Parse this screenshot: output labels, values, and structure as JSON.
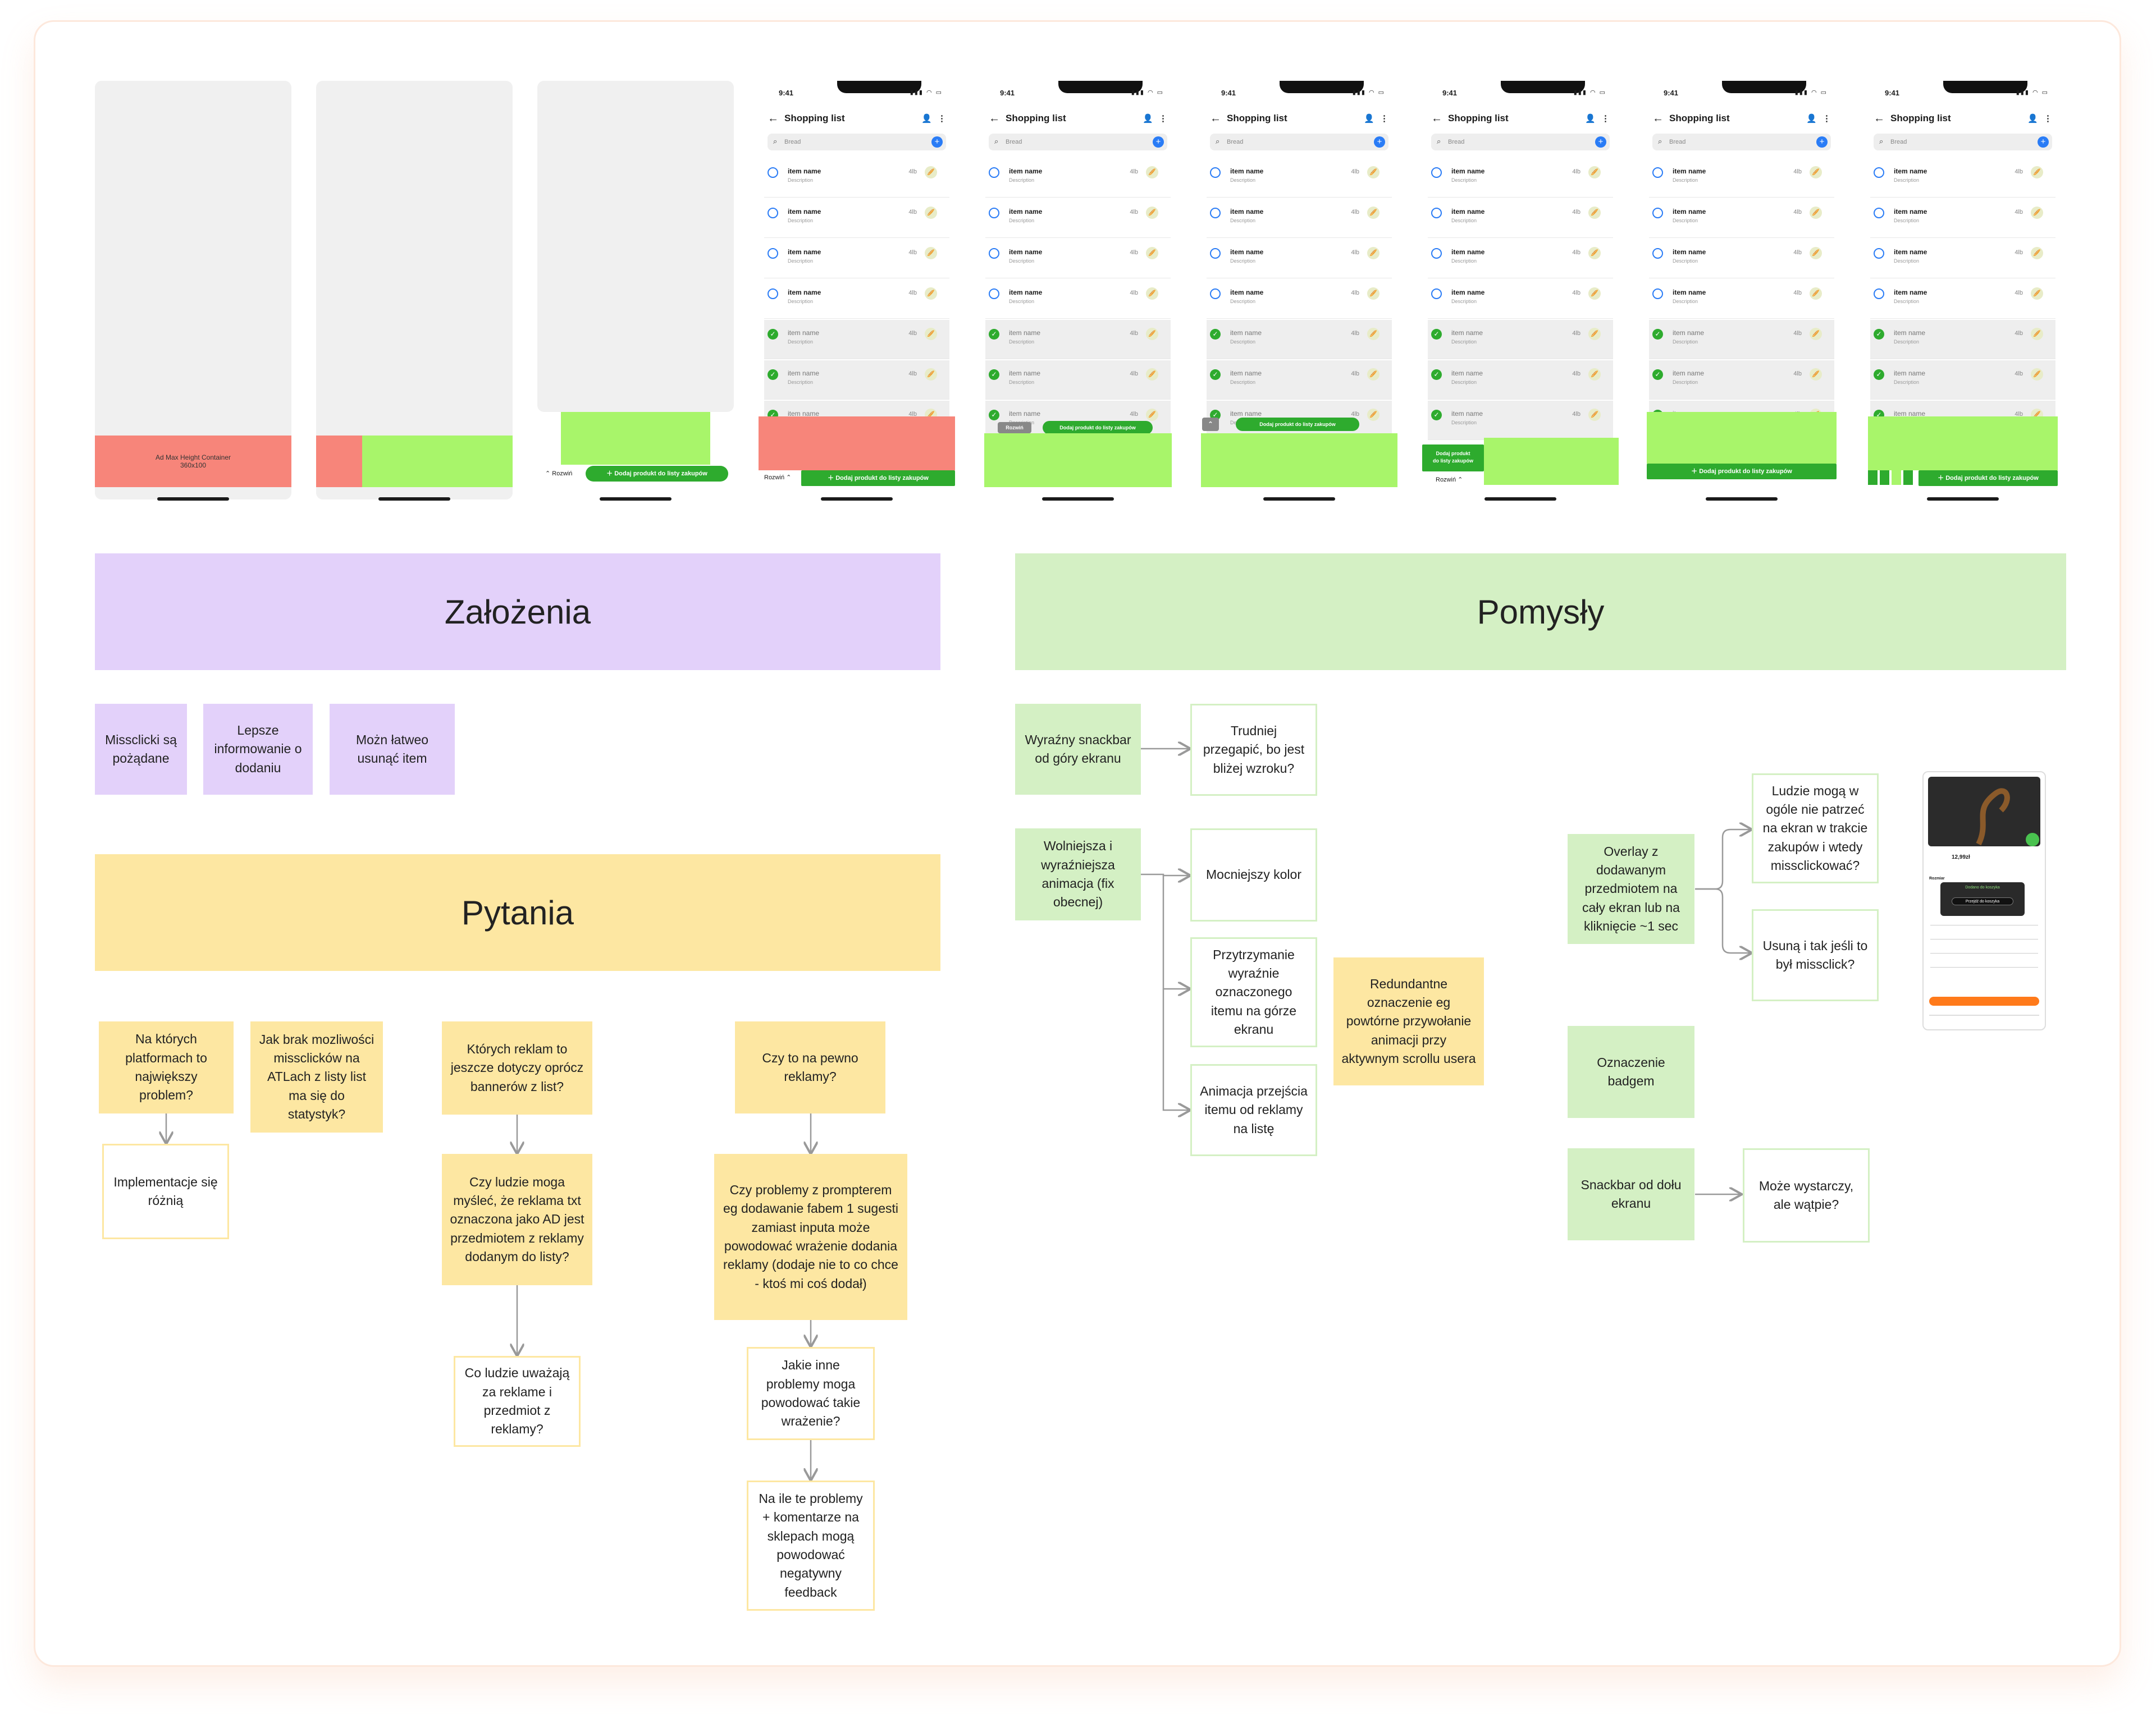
{
  "phones": {
    "ad_container_label": "Ad Max Height Container",
    "ad_container_size": "360x100",
    "time": "9:41",
    "title": "Shopping list",
    "search_value": "Bread",
    "item_name": "item name",
    "item_description": "Description",
    "item_qty": "4lb",
    "cta_label": "Dodaj produkt do listy zakupów",
    "expand_label": "Rozwiń",
    "added_label_line1": "Dodaj produkt",
    "added_label_line2": "do listy zakupów"
  },
  "sections": {
    "zalozenia": "Założenia",
    "pytania": "Pytania",
    "pomysly": "Pomysły"
  },
  "zalozenia_notes": {
    "n1": "Missclicki są pożądane",
    "n2": "Lepsze informowanie o dodaniu",
    "n3": "Możn łatweo usunąć item"
  },
  "pytania_notes": {
    "q1": "Na których platformach to największy problem?",
    "q1a": "Implementacje się różnią",
    "q2": "Jak brak mozliwości missclicków na ATLach z listy list ma się do statystyk?",
    "q3": "Których reklam to jeszcze dotyczy oprócz bannerów z list?",
    "q3a": "Czy ludzie moga myśleć, że reklama txt oznaczona jako AD jest przedmiotem z reklamy dodanym do listy?",
    "q3b": "Co ludzie uważają za reklame i przedmiot z reklamy?",
    "q4": "Czy to na pewno reklamy?",
    "q4a": "Czy problemy z prompterem eg dodawanie fabem 1 sugesti zamiast inputa może powodować wrażenie dodania reklamy (dodaje nie to co chce - ktoś mi coś dodał)",
    "q4b": "Jakie inne problemy moga powodować takie wrażenie?",
    "q4c": "Na ile te problemy + komentarze na sklepach mogą powodować negatywny feedback"
  },
  "pomysly_notes": {
    "p1": "Wyraźny snackbar od góry ekranu",
    "p1a": "Trudniej przegapić, bo jest bliżej wzroku?",
    "p2": "Wolniejsza i wyraźniejsza animacja (fix obecnej)",
    "p2a": "Mocniejszy kolor",
    "p2b": "Przytrzymanie wyraźnie oznaczonego itemu na górze ekranu",
    "p2c": "Animacja przejścia itemu od reklamy na listę",
    "p2d": "Redundantne oznaczenie eg powtórne przywołanie animacji przy aktywnym scrollu usera",
    "p3": "Overlay  z dodawanym przedmiotem na cały ekran lub na kliknięcie ~1 sec",
    "p3a": "Ludzie mogą w ogóle nie patrzeć na ekran w trakcie zakupów i wtedy missclickować?",
    "p3b": "Usuną i tak jeśli to był missclick?",
    "p4": "Oznaczenie badgem",
    "p5": "Snackbar od dołu ekranu",
    "p5a": "Może wystarczy, ale wątpie?"
  },
  "thumb": {
    "price": "12,99zł",
    "toast_title": "Dodano do koszyka",
    "toast_btn": "Przejdź do koszyka",
    "section": "Rozmiar"
  },
  "colors": {
    "red_ad": "#f7857a",
    "lime_ad": "#a8f56a",
    "green_cta": "#2eab2e",
    "blue_accent": "#2a7cf6",
    "purple_band": "#e3d1fa",
    "yellow_band": "#fde7a2",
    "green_band": "#d4f0c4"
  }
}
